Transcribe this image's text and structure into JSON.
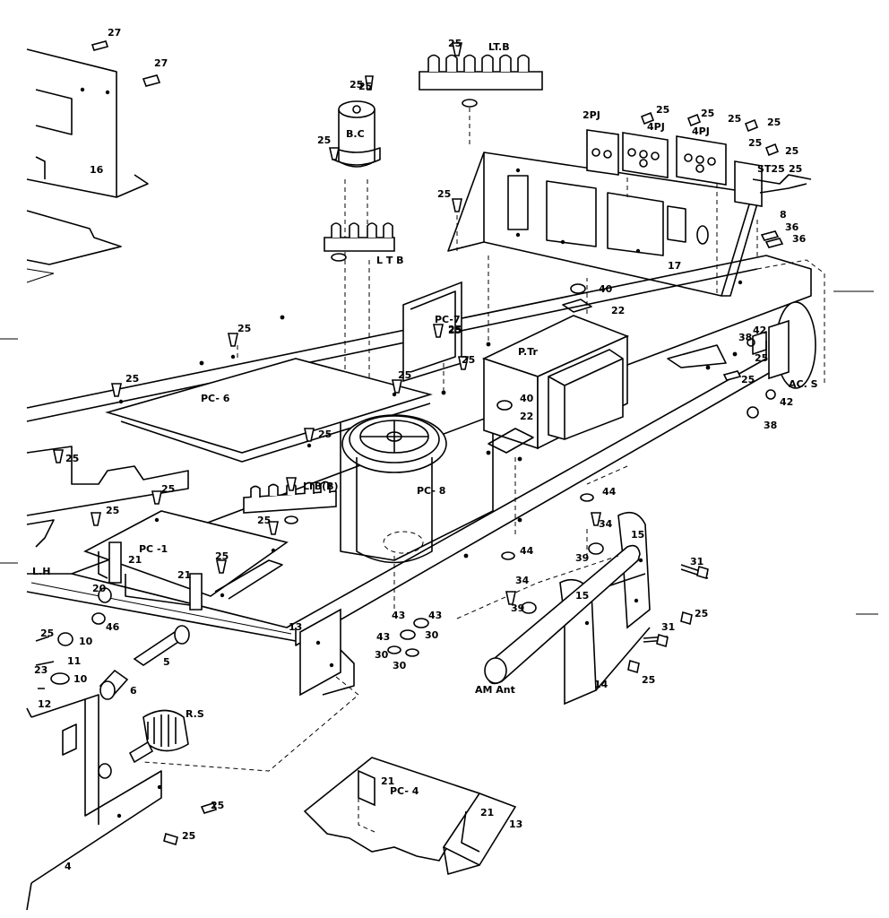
{
  "labels": [
    {
      "id": "n27a",
      "text": "27"
    },
    {
      "id": "n27b",
      "text": "27"
    },
    {
      "id": "n16",
      "text": "16"
    },
    {
      "id": "n25bc",
      "text": "25"
    },
    {
      "id": "bc",
      "text": "B.C"
    },
    {
      "id": "n25bc2",
      "text": "25"
    },
    {
      "id": "n25ltb",
      "text": "25"
    },
    {
      "id": "ltb_top",
      "text": "LT.B"
    },
    {
      "id": "ltb_mid",
      "text": "L T B"
    },
    {
      "id": "pj2",
      "text": "2PJ"
    },
    {
      "id": "pj4a",
      "text": "4PJ"
    },
    {
      "id": "pj4b",
      "text": "4PJ"
    },
    {
      "id": "st25",
      "text": "ST25"
    },
    {
      "id": "n8",
      "text": "8"
    },
    {
      "id": "n36a",
      "text": "36"
    },
    {
      "id": "n36b",
      "text": "36"
    },
    {
      "id": "n17",
      "text": "17"
    },
    {
      "id": "n40a",
      "text": "40"
    },
    {
      "id": "n22a",
      "text": "22"
    },
    {
      "id": "pc7",
      "text": "PC-7"
    },
    {
      "id": "ptr",
      "text": "P.Tr"
    },
    {
      "id": "n40b",
      "text": "40"
    },
    {
      "id": "n22b",
      "text": "22"
    },
    {
      "id": "pc6",
      "text": "PC- 6"
    },
    {
      "id": "pc8",
      "text": "PC- 8"
    },
    {
      "id": "ltbb",
      "text": "LTB(B)"
    },
    {
      "id": "pc1",
      "text": "PC -1"
    },
    {
      "id": "acs",
      "text": "AC. S"
    },
    {
      "id": "n42a",
      "text": "42"
    },
    {
      "id": "n42b",
      "text": "42"
    },
    {
      "id": "n38a",
      "text": "38"
    },
    {
      "id": "n38b",
      "text": "38"
    },
    {
      "id": "n44a",
      "text": "44"
    },
    {
      "id": "n44b",
      "text": "44"
    },
    {
      "id": "n34a",
      "text": "34"
    },
    {
      "id": "n34b",
      "text": "34"
    },
    {
      "id": "n39a",
      "text": "39"
    },
    {
      "id": "n39b",
      "text": "39"
    },
    {
      "id": "n15a",
      "text": "15"
    },
    {
      "id": "n15b",
      "text": "15"
    },
    {
      "id": "n31a",
      "text": "31"
    },
    {
      "id": "n31b",
      "text": "31"
    },
    {
      "id": "n14",
      "text": "14"
    },
    {
      "id": "amant",
      "text": "AM Ant"
    },
    {
      "id": "n13a",
      "text": "13"
    },
    {
      "id": "n43a",
      "text": "43"
    },
    {
      "id": "n43b",
      "text": "43"
    },
    {
      "id": "n43c",
      "text": "43"
    },
    {
      "id": "n30a",
      "text": "30"
    },
    {
      "id": "n30b",
      "text": "30"
    },
    {
      "id": "n30c",
      "text": "30"
    },
    {
      "id": "n21a",
      "text": "21"
    },
    {
      "id": "n21b",
      "text": "21"
    },
    {
      "id": "n20",
      "text": "20"
    },
    {
      "id": "lh",
      "text": "L.H"
    },
    {
      "id": "n46",
      "text": "46"
    },
    {
      "id": "n10a",
      "text": "10"
    },
    {
      "id": "n10b",
      "text": "10"
    },
    {
      "id": "n11",
      "text": "11"
    },
    {
      "id": "n23",
      "text": "23"
    },
    {
      "id": "n12",
      "text": "12"
    },
    {
      "id": "n5",
      "text": "5"
    },
    {
      "id": "n6",
      "text": "6"
    },
    {
      "id": "rs",
      "text": "R.S"
    },
    {
      "id": "n4",
      "text": "4"
    },
    {
      "id": "pc4",
      "text": "PC- 4"
    },
    {
      "id": "n21c",
      "text": "21"
    },
    {
      "id": "n21d",
      "text": "21"
    },
    {
      "id": "n13b",
      "text": "13"
    },
    {
      "id": "s1",
      "text": "25"
    },
    {
      "id": "s2",
      "text": "25"
    },
    {
      "id": "s3",
      "text": "25"
    },
    {
      "id": "s4",
      "text": "25"
    },
    {
      "id": "s5",
      "text": "25"
    },
    {
      "id": "s6",
      "text": "25"
    },
    {
      "id": "s7",
      "text": "25"
    },
    {
      "id": "s8",
      "text": "25"
    },
    {
      "id": "s9",
      "text": "25"
    },
    {
      "id": "s10",
      "text": "25"
    },
    {
      "id": "s11",
      "text": "25"
    },
    {
      "id": "s12",
      "text": "25"
    },
    {
      "id": "s13",
      "text": "25"
    },
    {
      "id": "s14",
      "text": "25"
    },
    {
      "id": "s15",
      "text": "25"
    },
    {
      "id": "s16",
      "text": "25"
    },
    {
      "id": "s17",
      "text": "25"
    },
    {
      "id": "s18",
      "text": "25"
    },
    {
      "id": "s19",
      "text": "25"
    },
    {
      "id": "s20",
      "text": "25"
    },
    {
      "id": "s21",
      "text": "25"
    },
    {
      "id": "s22",
      "text": "25"
    },
    {
      "id": "s23",
      "text": "25"
    },
    {
      "id": "s24",
      "text": "25"
    },
    {
      "id": "s25",
      "text": "25"
    },
    {
      "id": "s26",
      "text": "25"
    },
    {
      "id": "s27",
      "text": "25"
    },
    {
      "id": "s28",
      "text": "25"
    }
  ]
}
